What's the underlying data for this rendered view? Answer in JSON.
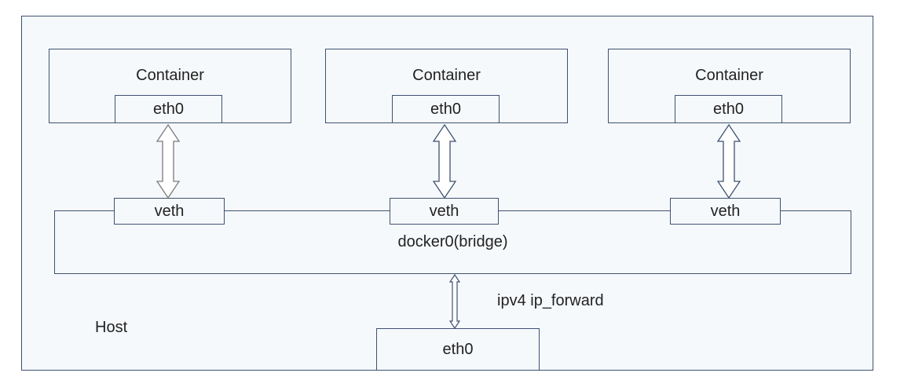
{
  "host": {
    "label": "Host"
  },
  "containers": [
    {
      "title": "Container",
      "interface": "eth0",
      "veth": "veth"
    },
    {
      "title": "Container",
      "interface": "eth0",
      "veth": "veth"
    },
    {
      "title": "Container",
      "interface": "eth0",
      "veth": "veth"
    }
  ],
  "bridge": {
    "label": "docker0(bridge)"
  },
  "host_interface": {
    "label": "eth0"
  },
  "forward_label": "ipv4 ip_forward"
}
